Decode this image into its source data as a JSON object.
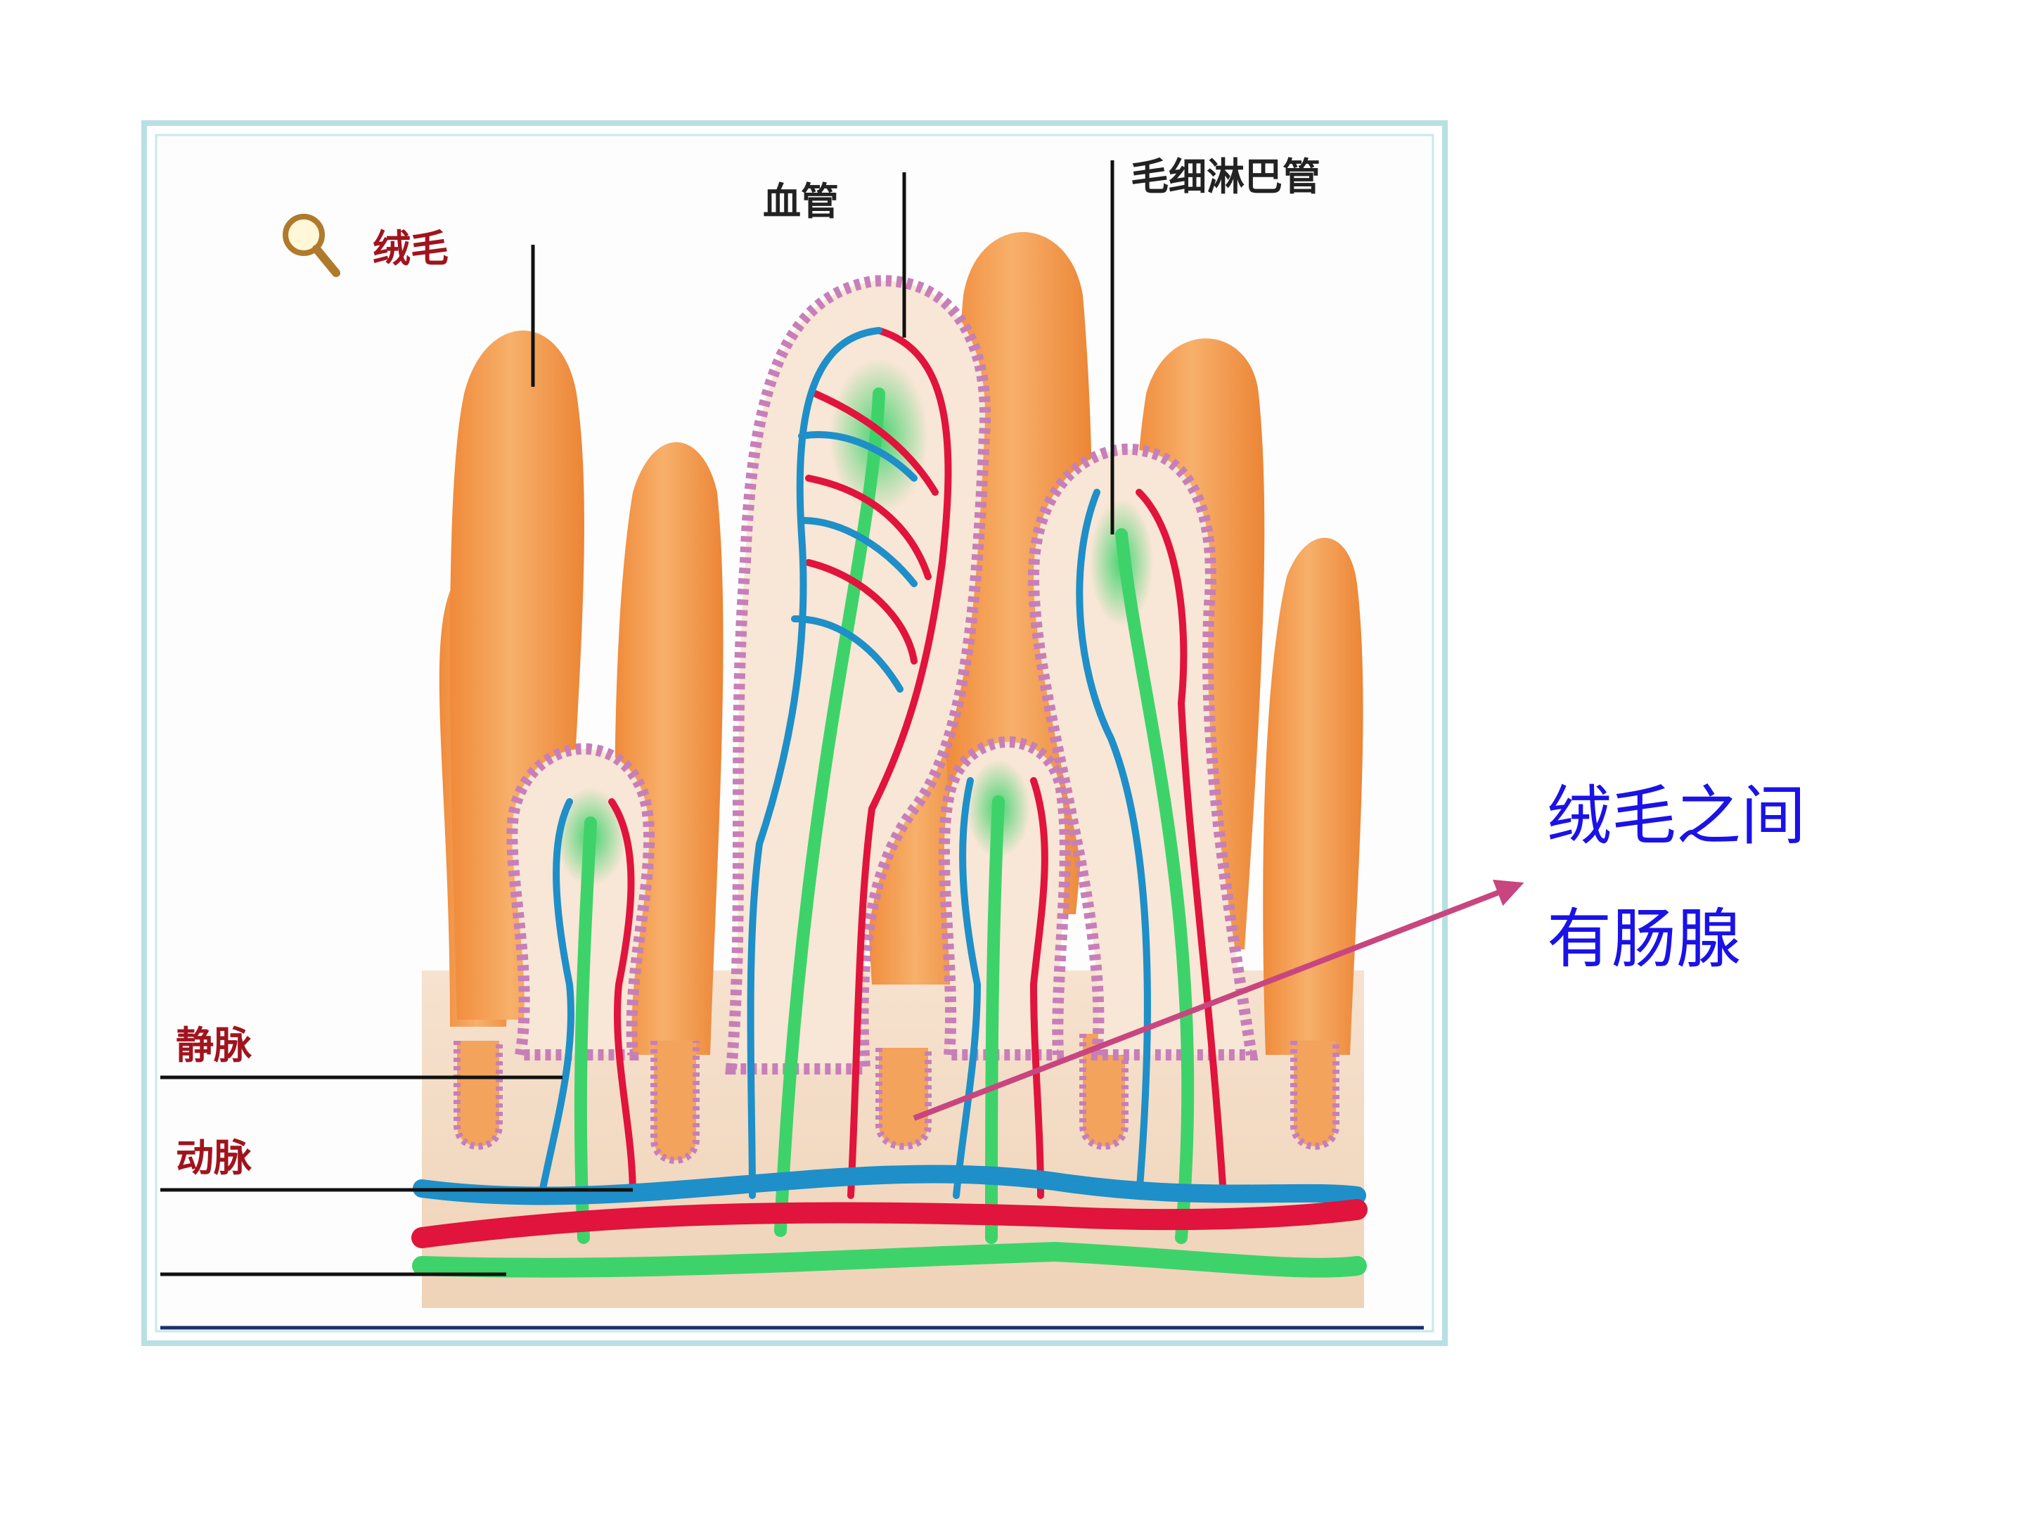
{
  "labels": {
    "villus": "绒毛",
    "blood_vessel": "血管",
    "lymph_capillary": "毛细淋巴管",
    "vein": "静脉",
    "artery": "动脉"
  },
  "annotation": {
    "line1": "绒毛之间",
    "line2": "有肠腺"
  },
  "colors": {
    "villus_fill": "#f5a55a",
    "epithelium": "#c77fb8",
    "artery": "#e0143c",
    "vein": "#1e8fc8",
    "lymph": "#3ed36a",
    "frame": "#b8dfe4",
    "label_text": "#a0141e",
    "annotation_text": "#1a12e6",
    "arrow": "#c8467f"
  },
  "icons": {
    "villus_marker": "magnifier-icon"
  }
}
